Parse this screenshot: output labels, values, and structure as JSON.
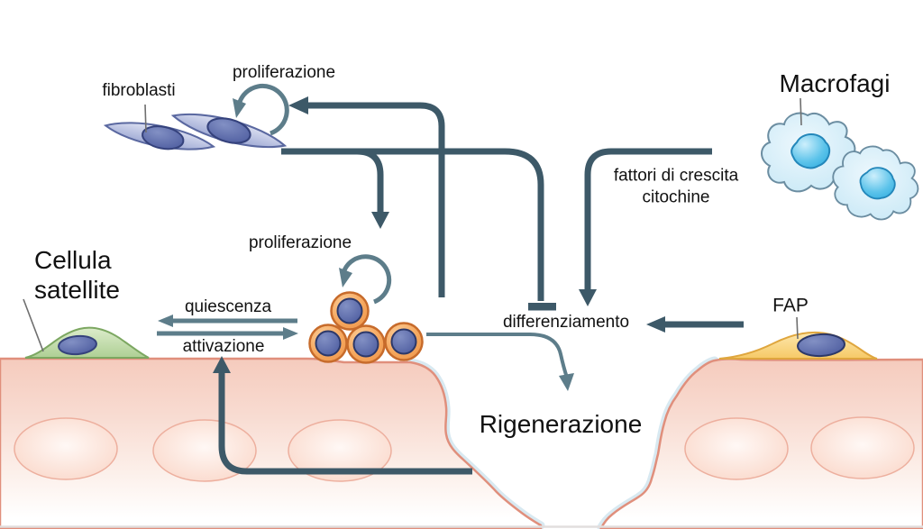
{
  "labels": {
    "fibroblasti": "fibroblasti",
    "proliferazione_top": "proliferazione",
    "macrofagi": "Macrofagi",
    "fattori_di_crescita": "fattori di crescita",
    "citochine": "citochine",
    "cellula": "Cellula",
    "satellite": "satellite",
    "proliferazione_mid": "proliferazione",
    "quiescenza": "quiescenza",
    "attivazione": "attivazione",
    "differenziamento": "differenziamento",
    "fap": "FAP",
    "rigenerazione": "Rigenerazione"
  },
  "colors": {
    "background": "#ffffff",
    "text": "#111111",
    "arrow_dark": "#3d5968",
    "arrow_light": "#5d7d8a",
    "pointer_line": "#6f6f6f",
    "muscle_border": "#e08f7c",
    "wound_glow": "#d8e9f1",
    "fiber_oval_border": "#edaf9e",
    "myoblast_orange": "#f19c4a",
    "myoblast_border": "#c76b2b",
    "nucleus_indigo": "#49589c",
    "satellite_green": "#b3d49a",
    "fibroblast_lavender": "#bcc3e2",
    "macrophage_blue": "#cdeaf6",
    "macrophage_nucleus": "#35aede",
    "fap_yellow": "#f8d488",
    "bottom_line": "#e2dedd"
  }
}
